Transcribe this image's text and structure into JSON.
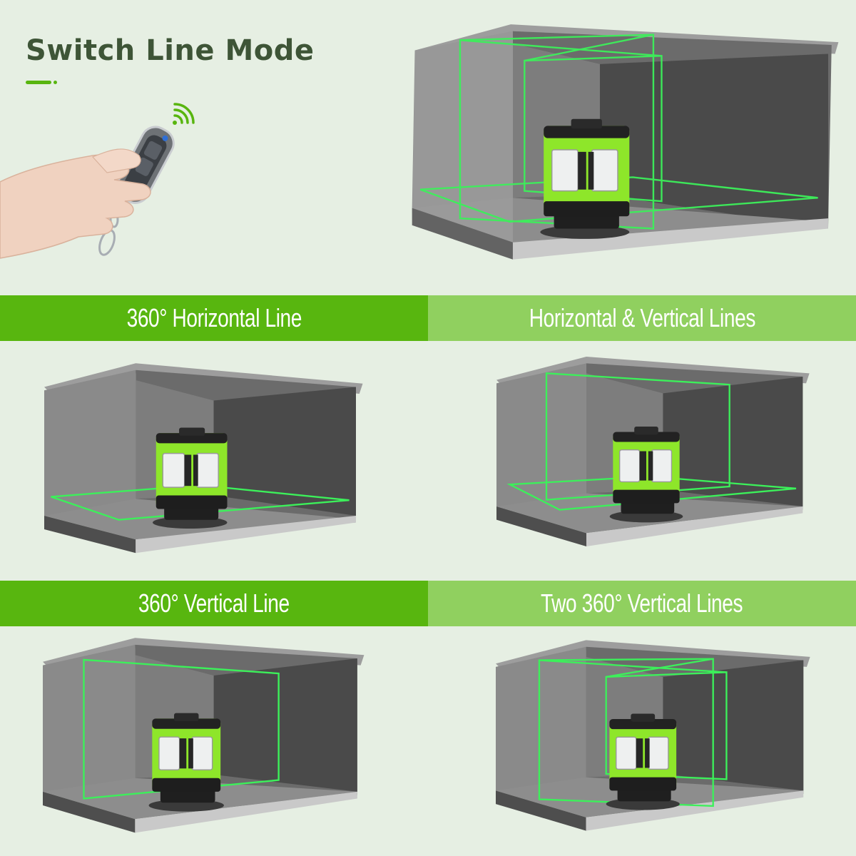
{
  "header": {
    "title": "Switch Line Mode",
    "accent_color": "#58b50f",
    "title_color": "#3e5537"
  },
  "remote": {
    "icon": "wireless-signal-icon",
    "label": "remote-control-in-hand"
  },
  "colors": {
    "background": "#e6efe3",
    "band_dark": "#58b60f",
    "band_light": "#90d05f",
    "laser": "#3cf05a",
    "device_body": "#8ee62a"
  },
  "modes": [
    {
      "id": "hv",
      "label": "Horizontal & Vertical Lines",
      "lines": [
        "horizontal-360",
        "vertical-360-a",
        "vertical-360-b"
      ],
      "scene": "hero"
    },
    {
      "id": "h360",
      "label": "360° Horizontal Line",
      "lines": [
        "horizontal-360"
      ]
    },
    {
      "id": "hv2",
      "label": "Horizontal & Vertical Lines",
      "lines": [
        "horizontal-360",
        "vertical-360-a"
      ]
    },
    {
      "id": "v360",
      "label": "360° Vertical Line",
      "lines": [
        "vertical-360-a"
      ]
    },
    {
      "id": "vv",
      "label": "Two 360° Vertical Lines",
      "lines": [
        "vertical-360-a",
        "vertical-360-b"
      ]
    }
  ],
  "bands": [
    {
      "label": "360° Horizontal Line",
      "style": "dark"
    },
    {
      "label": "Horizontal & Vertical Lines",
      "style": "light"
    },
    {
      "label": "360° Vertical Line",
      "style": "dark"
    },
    {
      "label": "Two 360° Vertical Lines",
      "style": "light"
    }
  ]
}
